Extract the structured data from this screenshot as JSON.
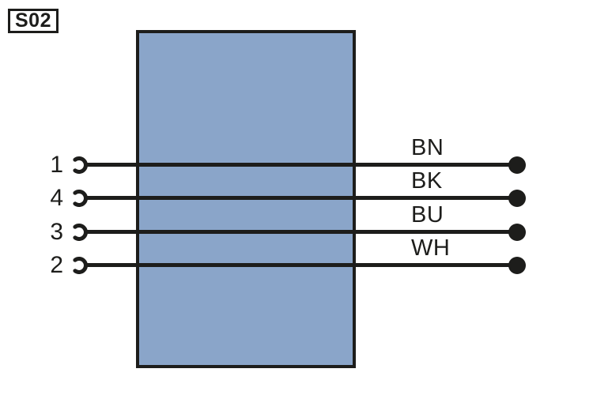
{
  "diagram": {
    "component_tag": "S02",
    "wires": [
      {
        "pin": "1",
        "color_code": "BN"
      },
      {
        "pin": "4",
        "color_code": "BK"
      },
      {
        "pin": "3",
        "color_code": "BU"
      },
      {
        "pin": "2",
        "color_code": "WH"
      }
    ],
    "colors": {
      "component_fill": "#8aa5c9",
      "line": "#1d1d1b",
      "background": "#ffffff"
    }
  }
}
